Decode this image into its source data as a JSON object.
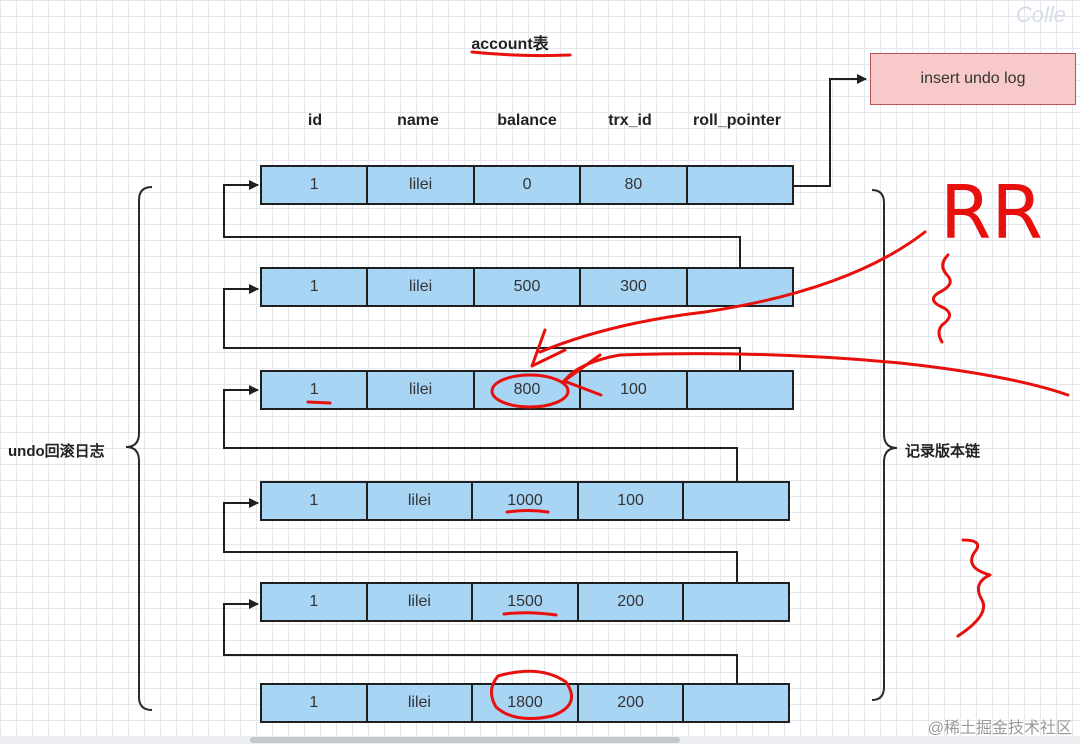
{
  "title": "account表",
  "columns": [
    "id",
    "name",
    "balance",
    "trx_id",
    "roll_pointer"
  ],
  "rows": [
    {
      "id": "1",
      "name": "lilei",
      "balance": "0",
      "trx_id": "80",
      "roll_pointer": ""
    },
    {
      "id": "1",
      "name": "lilei",
      "balance": "500",
      "trx_id": "300",
      "roll_pointer": ""
    },
    {
      "id": "1",
      "name": "lilei",
      "balance": "800",
      "trx_id": "100",
      "roll_pointer": ""
    },
    {
      "id": "1",
      "name": "lilei",
      "balance": "1000",
      "trx_id": "100",
      "roll_pointer": ""
    },
    {
      "id": "1",
      "name": "lilei",
      "balance": "1500",
      "trx_id": "200",
      "roll_pointer": ""
    },
    {
      "id": "1",
      "name": "lilei",
      "balance": "1800",
      "trx_id": "200",
      "roll_pointer": ""
    }
  ],
  "insert_log_label": "insert undo log",
  "left_label": "undo回滚日志",
  "right_label": "记录版本链",
  "annotation_text": "RR",
  "watermark_top": "Colle",
  "watermark_bottom": "@稀土掘金技术社区",
  "colors": {
    "row_fill": "#a9d5f5",
    "insert_box_fill": "#f8c9c9",
    "annotation": "#e8100d",
    "line": "#1f1f1f"
  }
}
